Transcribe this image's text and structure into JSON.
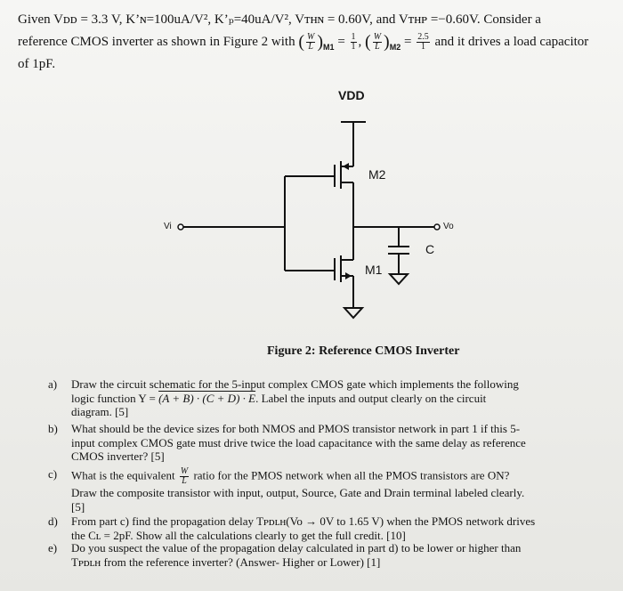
{
  "intro": {
    "line1": "Given Vᴅᴅ = 3.3 V, K’ɴ=100uA/V², K’ₚ=40uA/V², Vᴛʜɴ = 0.60V, and Vᴛʜᴘ =−0.60V. Consider a",
    "line2_start": "reference CMOS inverter as shown in Figure 2 with",
    "w": "W",
    "l": "L",
    "m1": "M1",
    "m2": "M2",
    "eq": "=",
    "comma": ",",
    "num1": "1",
    "den1": "1",
    "num2": "2.5",
    "den2": "1",
    "line2_end": "and it drives a load capacitor",
    "line3": "of 1pF."
  },
  "circuit": {
    "vdd": "VDD",
    "m2": "M2",
    "m1": "M1",
    "vi": "Vi",
    "vo": "Vo",
    "c": "C"
  },
  "figure_caption": "Figure 2: Reference CMOS Inverter",
  "questions": {
    "a": {
      "label": "a)",
      "l1": "Draw the circuit schematic for the 5-input complex CMOS gate which implements the following",
      "l2a": "logic function Y = ",
      "l2expr": "(A + B) · (C + D) · E",
      "l2b": ". Label the inputs and output clearly on the circuit",
      "l3": "diagram. [5]"
    },
    "b": {
      "label": "b)",
      "l1": "What should be the device sizes for both NMOS and PMOS transistor network in part 1 if this 5-",
      "l2": "input complex CMOS gate must drive twice the load capacitance with the same delay as reference",
      "l3": "CMOS inverter? [5]"
    },
    "c": {
      "label": "c)",
      "l1a": "What is the equivalent",
      "l1b": "ratio for the PMOS network when all the PMOS transistors are ON?",
      "l2": "Draw the composite transistor with input, output, Source, Gate and Drain terminal labeled clearly.",
      "l3": "[5]"
    },
    "d": {
      "label": "d)",
      "l1": "From part c) find the propagation delay Tᴘᴅʟʜ(Vo → 0V to 1.65 V) when the PMOS network drives",
      "l2": "the Cʟ = 2pF. Show all the calculations clearly to get the full credit. [10]"
    },
    "e": {
      "label": "e)",
      "l1": "Do you suspect the value of the propagation delay calculated in part d) to be lower or higher than",
      "l2": "Tᴘᴅʟʜ from the reference inverter? (Answer- Higher or Lower) [1]"
    }
  }
}
